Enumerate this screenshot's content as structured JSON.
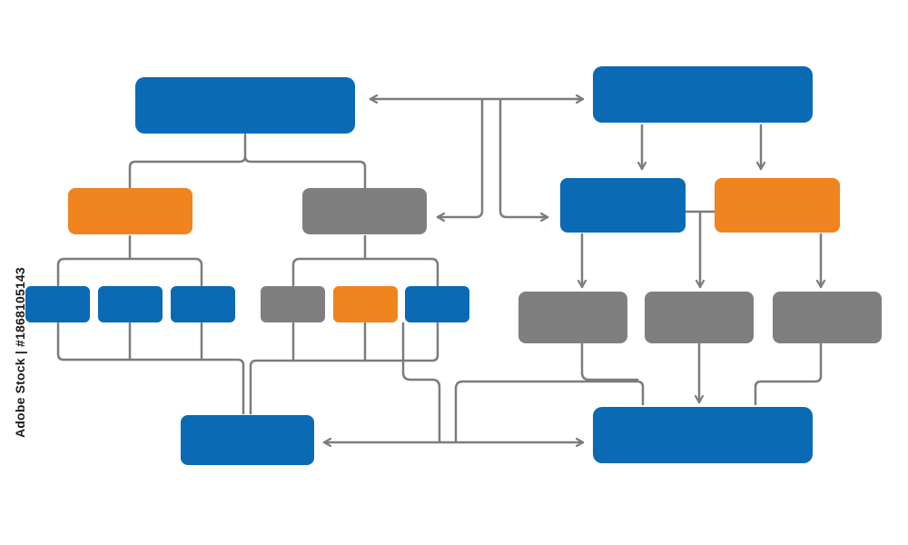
{
  "colors": {
    "blue": "#0a6ab4",
    "orange": "#f0841e",
    "gray": "#7f7f7f",
    "line": "#7c7c7c",
    "background": "#ffffff"
  },
  "watermark": {
    "side_text": "Adobe Stock | #1868105143"
  },
  "boxes": [
    {
      "id": "top-left-main",
      "color": "blue"
    },
    {
      "id": "top-right-main",
      "color": "blue"
    },
    {
      "id": "left-sub-orange",
      "color": "orange"
    },
    {
      "id": "left-sub-gray",
      "color": "gray"
    },
    {
      "id": "right-sub-blue",
      "color": "blue"
    },
    {
      "id": "right-sub-orange",
      "color": "orange"
    },
    {
      "id": "small-1",
      "color": "blue"
    },
    {
      "id": "small-2",
      "color": "blue"
    },
    {
      "id": "small-3",
      "color": "blue"
    },
    {
      "id": "small-4",
      "color": "gray"
    },
    {
      "id": "small-5",
      "color": "orange"
    },
    {
      "id": "small-6",
      "color": "blue"
    },
    {
      "id": "right-gray-1",
      "color": "gray"
    },
    {
      "id": "right-gray-2",
      "color": "gray"
    },
    {
      "id": "right-gray-3",
      "color": "gray"
    },
    {
      "id": "bottom-left-main",
      "color": "blue"
    },
    {
      "id": "bottom-right-main",
      "color": "blue"
    }
  ]
}
